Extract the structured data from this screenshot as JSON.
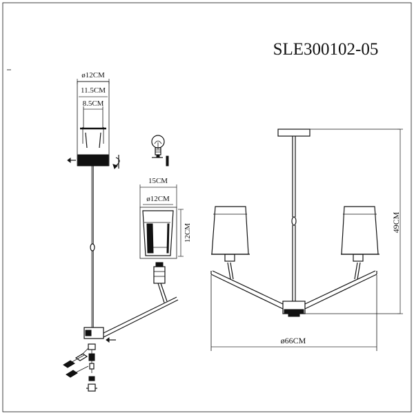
{
  "model": "SLE300102-05",
  "labels": {
    "canopy_diameter": "ø12CM",
    "canopy_inner": "11.5CM",
    "canopy_mount": "8.5CM",
    "shade_width": "15CM",
    "shade_top_diameter": "ø12CM",
    "shade_height": "12CM",
    "total_height": "49CM",
    "total_diameter": "ø66CM"
  }
}
